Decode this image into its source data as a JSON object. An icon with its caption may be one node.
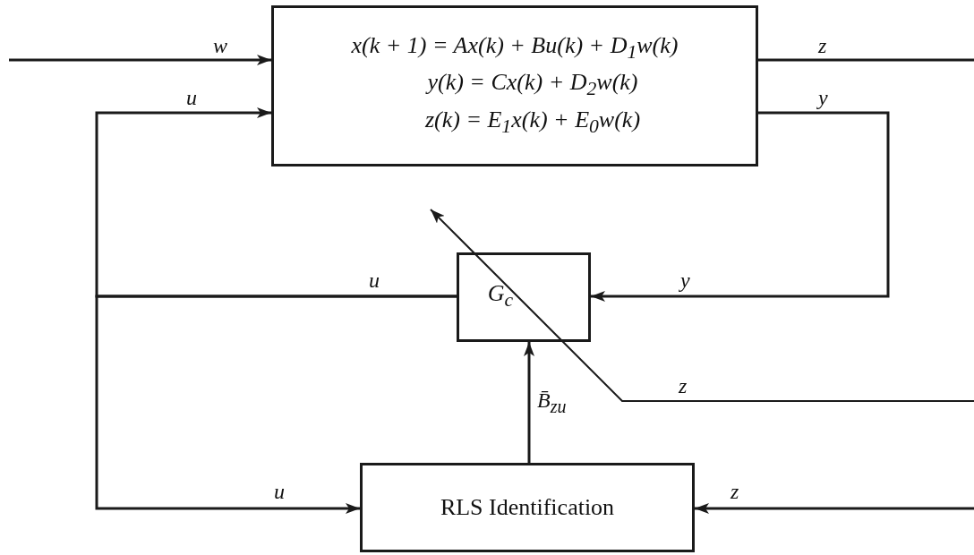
{
  "diagram": {
    "nodes": [
      {
        "text": [
          "x(k + 1) = Ax(k) + Bu(k) + D$_{1}$w(k)",
          "y(k) = Cx(k) + D$_{2}$w(k)",
          "z(k) = E$_{1}$x(k) + E$_{0}$w(k)"
        ]
      },
      {
        "text": [
          "G$_{c}$"
        ]
      },
      {
        "text": [
          "RLS Identification"
        ]
      }
    ],
    "edges": [
      {
        "from": null,
        "to": 0,
        "arrow": "to",
        "label": "w"
      },
      {
        "from": 0,
        "to": null,
        "arrow": "none",
        "label": "z"
      },
      {
        "from": 0,
        "to": 1,
        "arrow": "to",
        "label": "y"
      },
      {
        "from": 1,
        "to": 0,
        "arrow": "to",
        "label": "u"
      },
      {
        "from": 1,
        "to": 2,
        "arrow": "to",
        "label": "u"
      },
      {
        "from": 2,
        "to": 1,
        "arrow": "to",
        "label": "B̄$_{zu}$"
      },
      {
        "from": null,
        "to": 2,
        "arrow": "to",
        "label": "z"
      },
      {
        "from": null,
        "to": 1,
        "arrow": "to",
        "label": "z"
      }
    ],
    "labels": [
      "u",
      "y"
    ]
  }
}
